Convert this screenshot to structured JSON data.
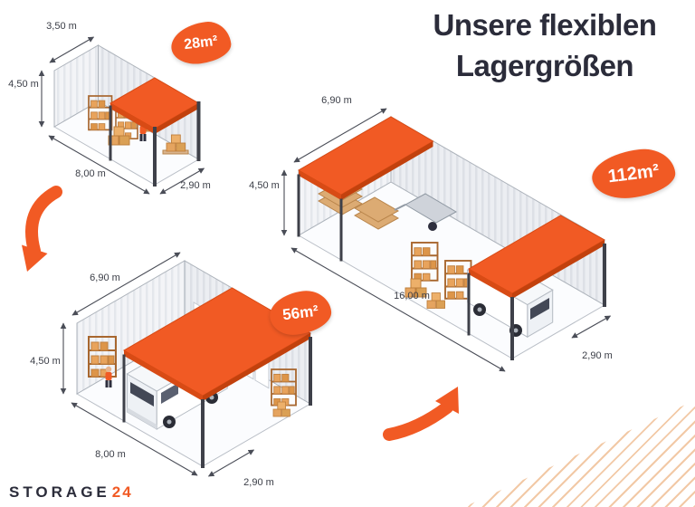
{
  "title": {
    "line1": "Unsere flexiblen",
    "line2": "Lagergrößen"
  },
  "units": {
    "small": {
      "badge": "28m²",
      "dim_top": "3,50 m",
      "dim_height": "4,50 m",
      "dim_side": "8,00 m",
      "dim_door": "2,90 m"
    },
    "medium": {
      "badge": "56m²",
      "dim_top": "6,90 m",
      "dim_height": "4,50 m",
      "dim_side": "8,00 m",
      "dim_door": "2,90 m"
    },
    "large": {
      "badge": "112m²",
      "dim_top": "6,90 m",
      "dim_height": "4,50 m",
      "dim_side": "16,00 m",
      "dim_door": "2,90 m"
    }
  },
  "logo": {
    "brand": "STORAGE",
    "number": "24"
  },
  "colors": {
    "accent": "#F15A24",
    "accent_dark": "#D84B15",
    "ink": "#2B2C3A"
  }
}
